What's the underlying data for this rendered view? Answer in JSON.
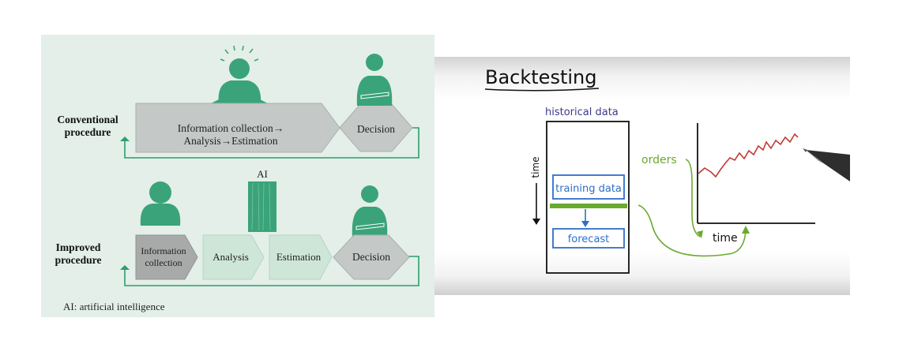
{
  "left": {
    "conventional_label_1": "Conventional",
    "conventional_label_2": "procedure",
    "conv_process_line1": "Information collection→",
    "conv_process_line2": "Analysis→Estimation",
    "decision": "Decision",
    "ai_label": "AI",
    "improved_label_1": "Improved",
    "improved_label_2": "procedure",
    "info_line1": "Information",
    "info_line2": "collection",
    "analysis": "Analysis",
    "estimation": "Estimation",
    "footnote": "AI: artificial intelligence",
    "colors": {
      "accent": "#2e9e6e",
      "figure": "#3aa37a",
      "panel": "#e3efe8",
      "grey_box": "#c4c8c6",
      "light_green_box": "#cde6d8"
    }
  },
  "right": {
    "title": "Backtesting",
    "historical": "historical data",
    "time_vertical": "time",
    "training": "training data",
    "forecast": "forecast",
    "orders": "orders",
    "time_axis": "time",
    "colors": {
      "blue": "#2f6fc6",
      "green": "#6aaa2e",
      "red": "#c23a35"
    }
  }
}
